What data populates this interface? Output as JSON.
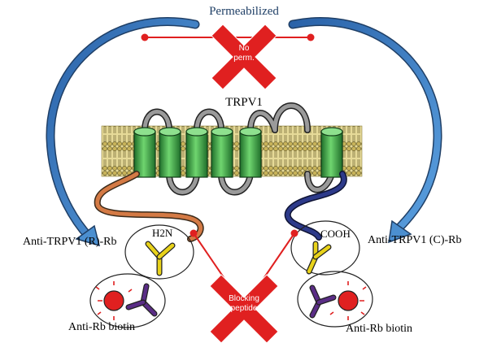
{
  "diagram": {
    "top_label": "Permeabilized",
    "channel_label": "TRPV1",
    "left_antibody_label": "Anti-TRPV1 (R)-Rb",
    "right_antibody_label": "Anti-TRPV1 (C)-Rb",
    "left_secondary_label": "Anti-Rb biotin",
    "right_secondary_label": "Anti-Rb biotin",
    "n_terminus_label": "H2N",
    "c_terminus_label": "COOH",
    "no_perm_line1": "No",
    "no_perm_line2": "perm.",
    "blocking_line1": "Blocking",
    "blocking_line2": "peptide"
  },
  "colors": {
    "arrow_blue": "#3a7cc1",
    "block_red": "#e02020",
    "helix_green": "#3aa845",
    "membrane_tan": "#d9c97a",
    "n_tail_orange": "#d47a45",
    "c_tail_navy": "#26306e",
    "antibody_yellow": "#e8d21a",
    "secondary_purple": "#5a2d86"
  }
}
